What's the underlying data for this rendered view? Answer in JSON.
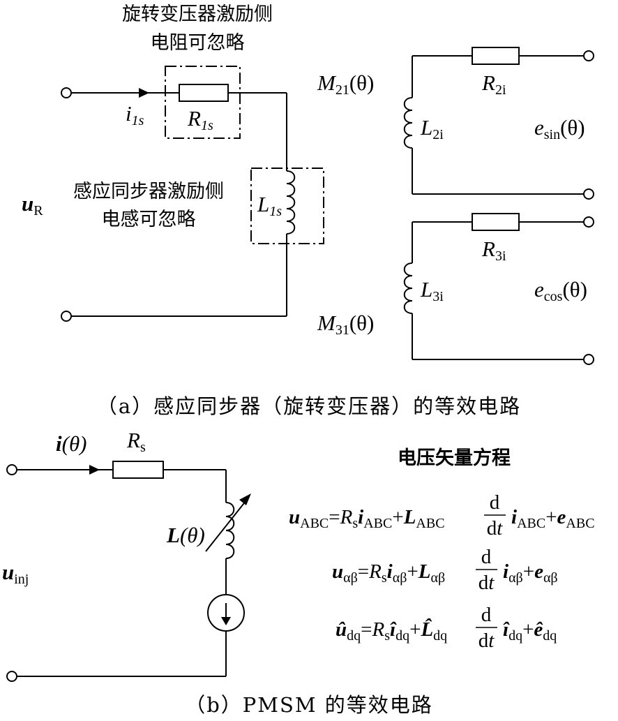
{
  "part_a": {
    "annotation_resistor_line1": "旋转变压器激励侧",
    "annotation_resistor_line2": "电阻可忽略",
    "annotation_inductor_line1": "感应同步器激励侧",
    "annotation_inductor_line2": "电感可忽略",
    "caption": "（a）感应同步器（旋转变压器）的等效电路",
    "labels": {
      "i1s": {
        "base": "i",
        "sub": "1s"
      },
      "R1s": {
        "base": "R",
        "sub": "1s"
      },
      "uR": {
        "base": "u",
        "sub": "R"
      },
      "L1s": {
        "base": "L",
        "sub": "1s"
      },
      "M21": {
        "base": "M",
        "sub": "21",
        "arg": "(θ)"
      },
      "M31": {
        "base": "M",
        "sub": "31",
        "arg": "(θ)"
      },
      "R2i": {
        "base": "R",
        "sub": "2i"
      },
      "L2i": {
        "base": "L",
        "sub": "2i"
      },
      "esin": {
        "base": "e",
        "sub": "sin",
        "arg": "(θ)"
      },
      "R3i": {
        "base": "R",
        "sub": "3i"
      },
      "L3i": {
        "base": "L",
        "sub": "3i"
      },
      "ecos": {
        "base": "e",
        "sub": "cos",
        "arg": "(θ)"
      }
    }
  },
  "part_b": {
    "caption": "（b）PMSM 的等效电路",
    "equations_title": "电压矢量方程",
    "labels": {
      "i_theta": {
        "base": "i",
        "arg": "(θ)"
      },
      "Rs": {
        "base": "R",
        "sub": "s"
      },
      "L_theta": {
        "base": "L",
        "arg": "(θ)"
      },
      "uinj": {
        "base": "u",
        "sub": "inj"
      }
    },
    "equations": [
      {
        "u": "u",
        "u_sub": "ABC",
        "rs": "R",
        "rs_sub": "s",
        "i": "i",
        "i_sub": "ABC",
        "L": "L",
        "L_sub": "ABC",
        "d": "d",
        "dt_d": "d",
        "dt_t": "t",
        "i2": "i",
        "i2_sub": "ABC",
        "e": "e",
        "e_sub": "ABC"
      },
      {
        "u": "u",
        "u_sub": "αβ",
        "rs": "R",
        "rs_sub": "s",
        "i": "i",
        "i_sub": "αβ",
        "L": "L",
        "L_sub": "αβ",
        "d": "d",
        "dt_d": "d",
        "dt_t": "t",
        "i2": "i",
        "i2_sub": "αβ",
        "e": "e",
        "e_sub": "αβ"
      },
      {
        "u": "û",
        "u_sub": "dq",
        "rs": "R",
        "rs_sub": "s",
        "i": "î",
        "i_sub": "dq",
        "L": "L̂",
        "L_sub": "dq",
        "d": "d",
        "dt_d": "d",
        "dt_t": "t",
        "i2": "î",
        "i2_sub": "dq",
        "e": "ê",
        "e_sub": "dq"
      }
    ]
  }
}
